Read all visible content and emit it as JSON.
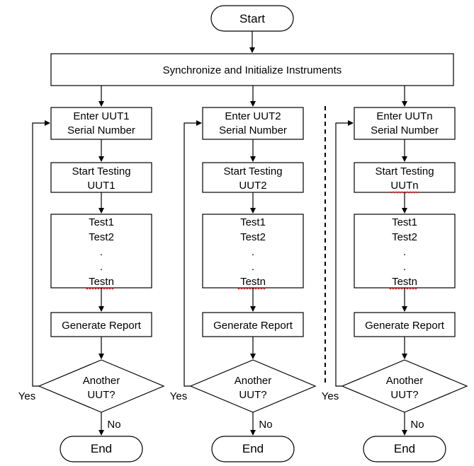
{
  "start": "Start",
  "sync": "Synchronize and Initialize Instruments",
  "end": "End",
  "columns": [
    {
      "enter": [
        "Enter UUT1",
        "Serial Number"
      ],
      "start_testing": [
        "Start Testing",
        "UUT1"
      ],
      "tests": [
        "Test1",
        "Test2",
        ".",
        ".",
        "Testn"
      ],
      "report": "Generate Report",
      "decision": [
        "Another",
        "UUT?"
      ],
      "yes": "Yes",
      "no": "No",
      "end": "End"
    },
    {
      "enter": [
        "Enter UUT2",
        "Serial Number"
      ],
      "start_testing": [
        "Start Testing",
        "UUT2"
      ],
      "tests": [
        "Test1",
        "Test2",
        ".",
        ".",
        "Testn"
      ],
      "report": "Generate Report",
      "decision": [
        "Another",
        "UUT?"
      ],
      "yes": "Yes",
      "no": "No",
      "end": "End"
    },
    {
      "enter": [
        "Enter UUTn",
        "Serial Number"
      ],
      "start_testing": [
        "Start Testing",
        "UUTn"
      ],
      "tests": [
        "Test1",
        "Test2",
        ".",
        ".",
        "Testn"
      ],
      "report": "Generate Report",
      "decision": [
        "Another",
        "UUT?"
      ],
      "yes": "Yes",
      "no": "No",
      "end": "End"
    }
  ]
}
